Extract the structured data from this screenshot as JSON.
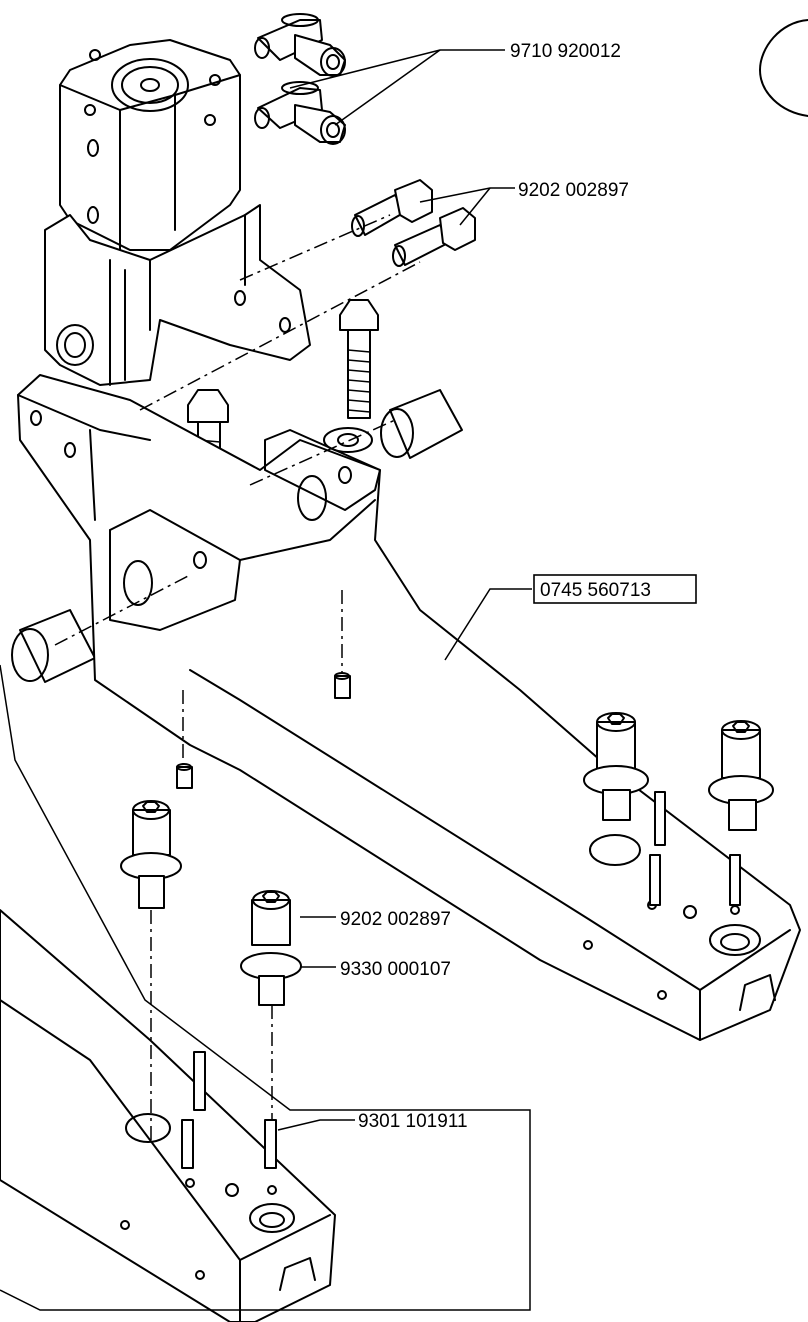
{
  "part_labels": {
    "fitting": "9710 920012",
    "cylinder_screws": "9202 002897",
    "bracket": "0745 560713",
    "lower_screw": "9202 002897",
    "washer": "9330 000107",
    "dowel_pin": "9301 101911"
  }
}
